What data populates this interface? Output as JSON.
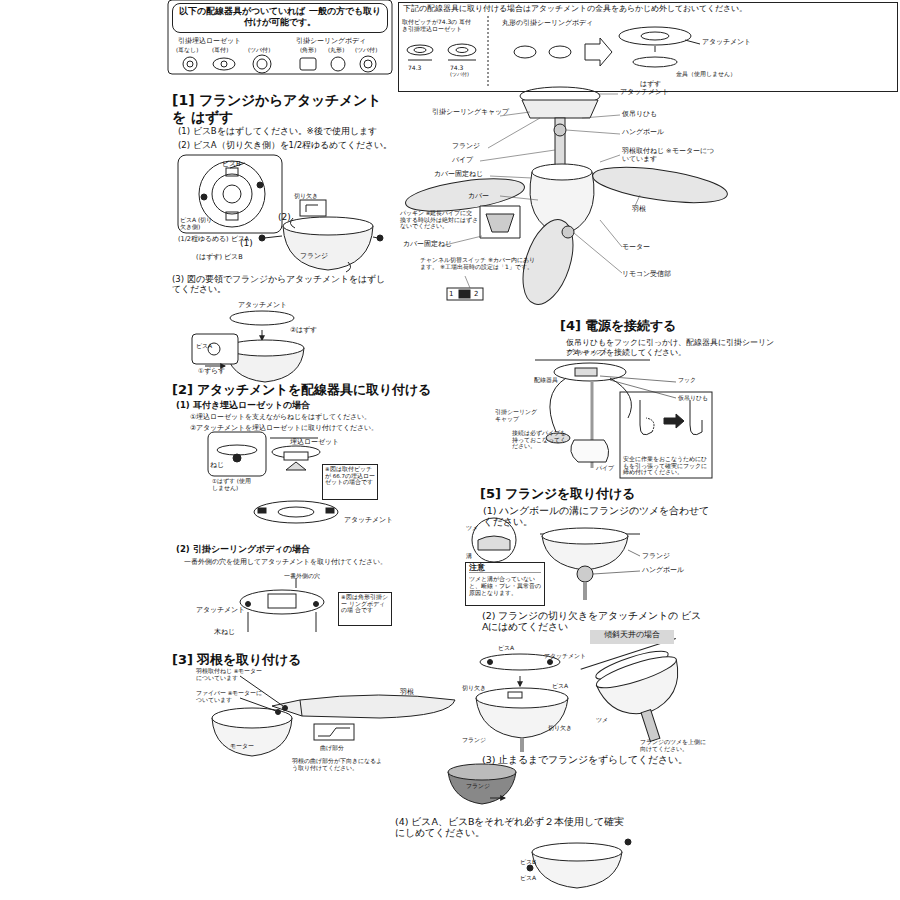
{
  "diagram": {
    "nodes": [
      {
        "text": [
          "以下の配線器具がついていれば 一般の方でも取り付けが可能です。"
        ]
      },
      {
        "text": [
          "下記の配線器具に取り付ける場合はアタッチメントの金具をあらかじめ外しておいてください。"
        ]
      },
      {
        "text": [
          "※図は取付ピッチが 66.7の埋込ロー ゼットの場合です"
        ]
      },
      {
        "text": [
          "※図は角形引掛シー リングボディの場 合です"
        ]
      },
      {
        "text": [
          "安全に作業をおこなうためにひもを引っ張って確実にフックに締め付けてください。"
        ]
      },
      {
        "text": [
          "注意",
          "ツメと溝が合っていないと、断線・ブレ・異常音の原因となります。"
        ]
      },
      {
        "text": [
          "傾斜天井の場合"
        ]
      }
    ],
    "labels": [
      "引掛埋込ローゼット",
      "(耳なし)",
      "(耳付)",
      "(ツバ付)",
      "引掛シーリングボディ",
      "(角形)",
      "(丸形)",
      "(ツバ付)",
      "取付ピッチが74.3の 耳付き引掛埋込ローゼット",
      "74.3",
      "74.3",
      "(ツバ付)",
      "丸形の引掛シーリングボディ",
      "アタッチメント",
      "金具（使用しません）",
      "はずす",
      "[1] フランジからアタッチメントを はずす",
      "(1) ビスBをはずしてください。※後で使用します",
      "(2) ビスA（切り欠き側）を1/2程ゆるめてください。",
      "ビスB",
      "ビスA (切り欠き側)",
      "切り欠き",
      "(2)",
      "(1/2程ゆるめる) ビスA",
      "(1)",
      "(はずす) ビスB",
      "フランジ",
      "(3) 図の要領でフランジからアタッチメントをはずしてください。",
      "アタッチメント",
      "②はずす",
      "ビスA",
      "①ずらす",
      "[2] アタッチメントを配線器具に取り付ける",
      "(1) 耳付き埋込ローゼットの場合",
      "①埋込ローゼットを支えながらねじをはずしてください。",
      "②アタッチメントを埋込ローゼットに取り付けてください。",
      "埋込ローゼット",
      "ねじ",
      "①はずす (使用しません)",
      "アタッチメント",
      "(2) 引掛シーリングボディの場合",
      "一番外側の穴を使用してアタッチメントを取り付けてください。",
      "一番外側の穴",
      "アタッチメント",
      "木ねじ",
      "[3] 羽根を取り付ける",
      "羽根取付ねじ ※モーターについています",
      "ファイバー ※モーターについています",
      "羽根",
      "モーター",
      "曲げ部分",
      "羽根の曲げ部分が下向きになるよう取り付けてください。",
      "アタッチメント",
      "引掛シーリングキャップ",
      "仮吊りひも",
      "ハングボール",
      "フランジ",
      "パイプ",
      "羽根取付ねじ ※モーターについています",
      "カバー固定ねじ",
      "カバー",
      "羽根",
      "パッキン ※延長パイプに交換する時以外は絶対にはずさないでください。",
      "カバー固定ねじ",
      "モーター",
      "チャンネル切替スイッチ ※カバー内にあります。 ※工場出荷時の設定は「1」です。",
      "リモコン受信部",
      "1",
      "2",
      "[4] 電源を接続する",
      "仮吊りひもをフックに引っかけ、配線器具に引掛シーリングキャップを接続してください。",
      "アタッチメント",
      "配線器具",
      "フック",
      "仮吊りひも",
      "引掛シーリング キャップ",
      "接続は必ずパイプを持っておこなってください。",
      "パイプ",
      "[5] フランジを取り付ける",
      "(1) ハングボールの溝にフランジのツメを合わせてください。",
      "ツメ",
      "溝",
      "フランジ",
      "ハングボール",
      "(2) フランジの切り欠きをアタッチメントの ビスAにはめてください",
      "ビスA",
      "アタッチメント",
      "切り欠き",
      "ビスA",
      "切り欠き",
      "フランジ",
      "ツメ",
      "フランジのツメを上側に向けてください。",
      "(3) 止まるまでフランジをずらしてください。",
      "フランジ",
      "(4) ビスA、ビスBをそれぞれ必ず２本使用して確実にしめてください。",
      "ビスB",
      "ビスA"
    ]
  }
}
